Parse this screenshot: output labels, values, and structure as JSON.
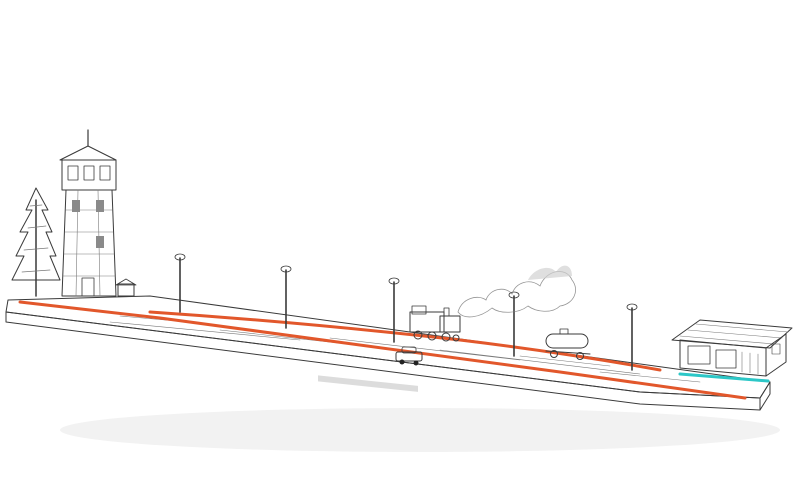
{
  "scene": {
    "style": "pencil sketch",
    "paper_color": "#ffffff",
    "pencil_color": "#3a3a3a",
    "track_colors": {
      "main": "#e2572b",
      "branch": "#e2572b",
      "siding": "#2cc7c7"
    },
    "objects": [
      "pine-tree",
      "water-tower",
      "pump-house",
      "lamp-post",
      "steam-locomotive",
      "smoke-plume",
      "tank-wagon",
      "small-car",
      "station-building"
    ]
  }
}
